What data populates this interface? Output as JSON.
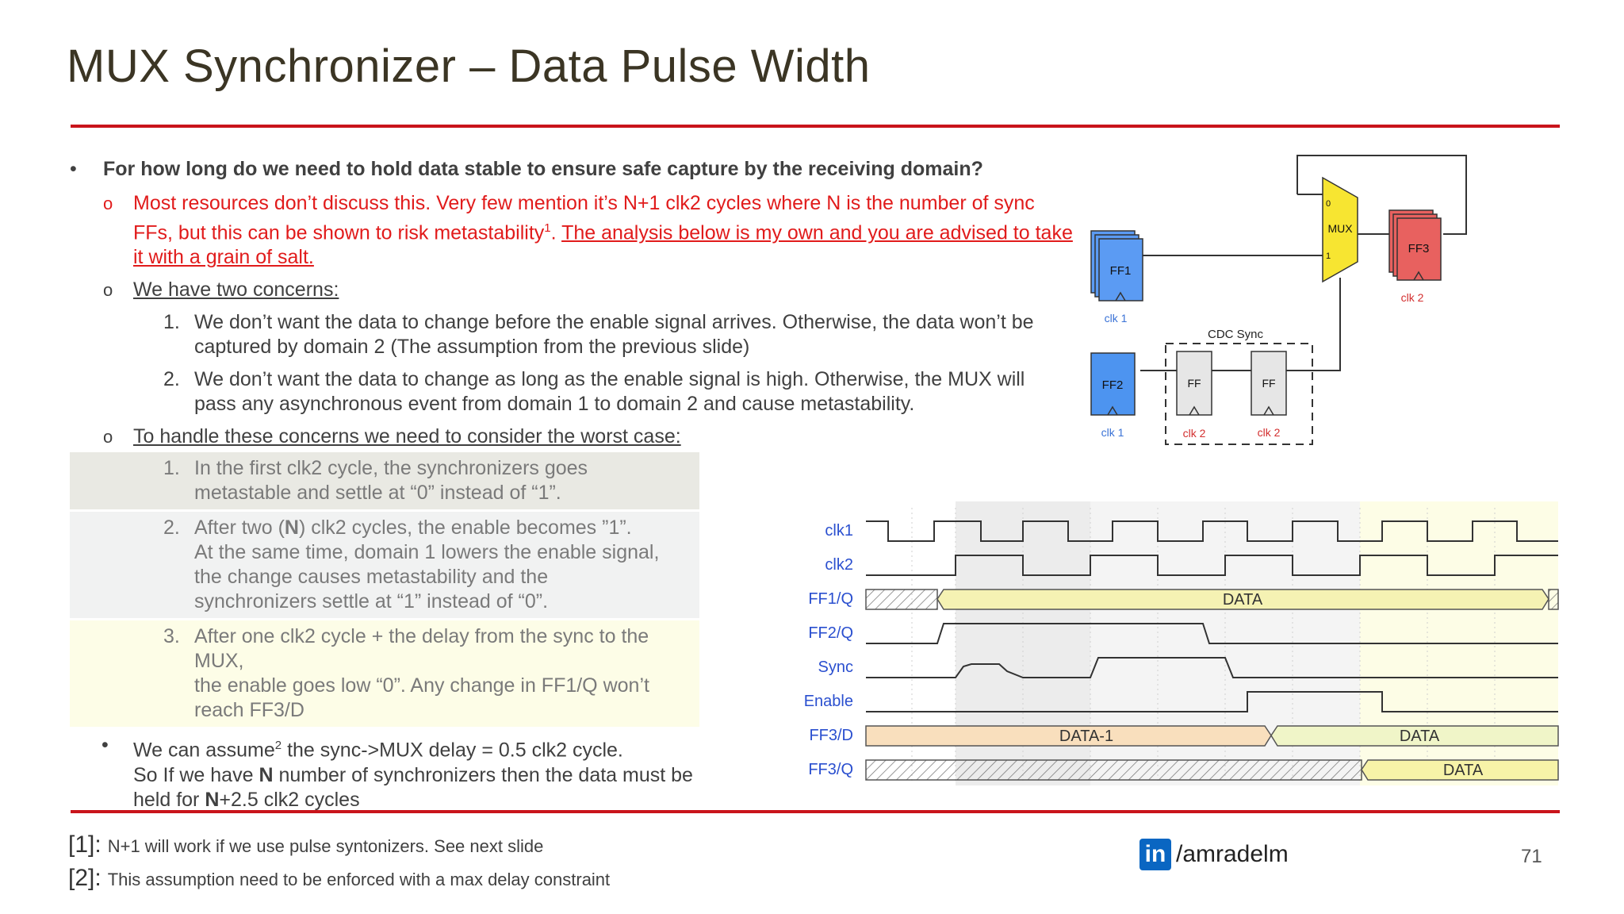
{
  "title": "MUX Synchronizer – Data Pulse Width",
  "bullets": {
    "q": "For how long do we need to hold data stable to ensure safe capture by the receiving domain?",
    "note_a": "Most resources don’t discuss this. Very few mention it’s N+1 clk2 cycles where N is the number of sync FFs, but this can be shown to risk metastability",
    "note_sup": "1",
    "note_b": ". ",
    "note_c": "The analysis below is my own and you are advised to take it with a grain of salt.",
    "concerns_title": "We have two concerns:",
    "concern1": "We don’t want the data to change before the enable signal arrives. Otherwise, the data won’t be captured by domain 2 (The assumption from the previous slide)",
    "concern2": "We don’t want the data to change as long as the enable signal is high. Otherwise, the MUX will pass any asynchronous event from domain 1 to domain 2 and cause metastability.",
    "worst_title": "To handle these concerns we need to consider the worst case:",
    "wc1": "In the first clk2 cycle, the synchronizers goes metastable and settle at “0” instead of “1”.",
    "wc2_a": "After two (",
    "wc2_b": "N",
    "wc2_c": ") clk2 cycles, the enable becomes ”1”.",
    "wc2_d": "At the same time, domain 1 lowers the enable signal, the change causes metastability and the synchronizers settle at “1” instead of “0”.",
    "wc3_a": "After one clk2 cycle + the delay from the sync to the MUX,",
    "wc3_b": "the enable goes low “0”. Any change in FF1/Q won’t reach FF3/D",
    "assume_a": "We can assume",
    "assume_sup": "2",
    "assume_b": " the sync->MUX delay = 0.5 clk2 cycle.",
    "assume_c": "So If we have ",
    "assume_d": "N",
    "assume_e": " number of synchronizers then the data must be",
    "assume_f": "held for ",
    "assume_g": "N",
    "assume_h": "+2.5 clk2 cycles",
    "markers": {
      "bullet": "•",
      "sub": "o",
      "n1": "1.",
      "n2": "2.",
      "n3": "3."
    }
  },
  "circuit": {
    "ff1": "FF1",
    "ff2": "FF2",
    "ff3": "FF3",
    "ff": "FF",
    "mux": "MUX",
    "mux_in0": "0",
    "mux_in1": "1",
    "clk1": "clk 1",
    "clk2": "clk 2",
    "cdc": "CDC Sync",
    "colors": {
      "ff1": "#5b9bf3",
      "ff2": "#4d94f0",
      "ff3": "#e8615f",
      "mux": "#f7e531",
      "ff": "#e6e6e6",
      "clk2_label": "#d32f2f",
      "clk1_label": "#3b73d6"
    }
  },
  "timing": {
    "signals": [
      "clk1",
      "clk2",
      "FF1/Q",
      "FF2/Q",
      "Sync",
      "Enable",
      "FF3/D",
      "FF3/Q"
    ],
    "data": "DATA",
    "data_prev": "DATA-1",
    "label_color": "#2a4fcf"
  },
  "footnotes": {
    "f1_mark": "[1]:",
    "f1": "N+1 will work if we use pulse syntonizers. See next slide",
    "f2_mark": "[2]:",
    "f2": "This assumption need to be enforced with a max delay constraint"
  },
  "brand": {
    "icon": "in",
    "handle": "/amradelm"
  },
  "page_number": "71"
}
